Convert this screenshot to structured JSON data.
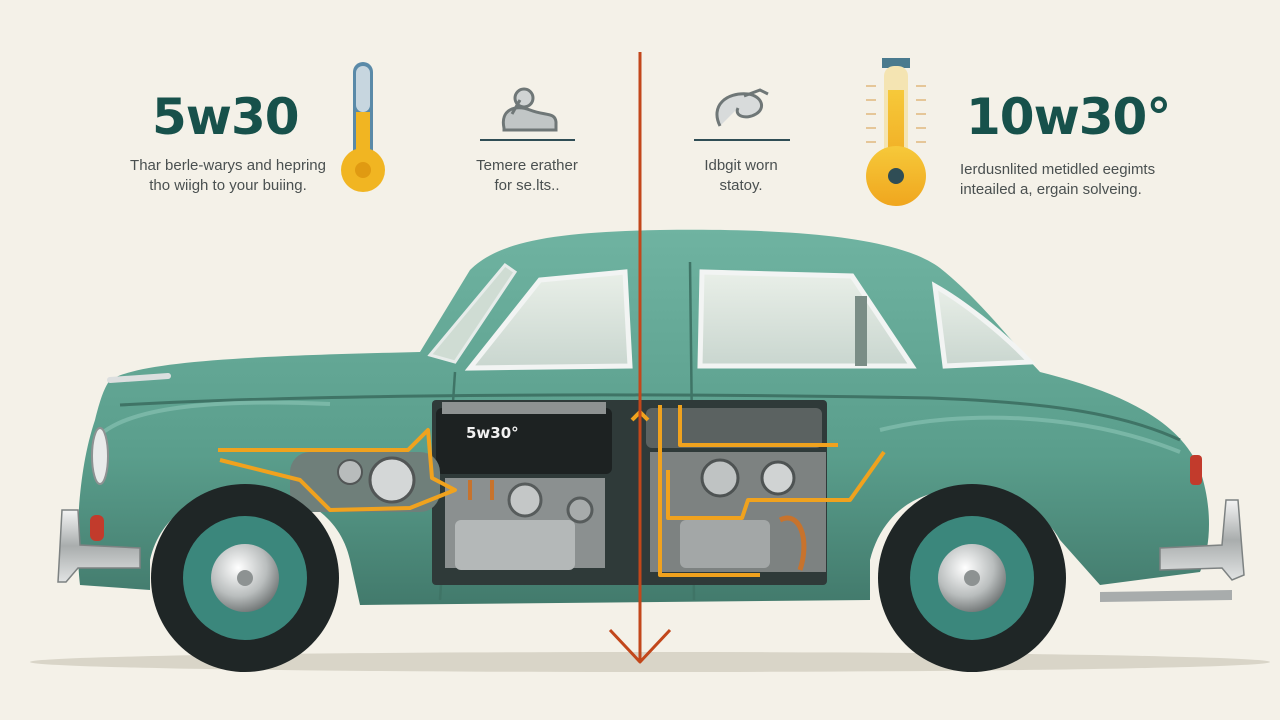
{
  "left_panel": {
    "grade": "5w30",
    "description_line1": "Thar berle-warys and hepring",
    "description_line2": "tho wiigh to your buiing."
  },
  "center_left_panel": {
    "description_line1": "Temere erather",
    "description_line2": "for se.lts.."
  },
  "center_right_panel": {
    "description_line1": "Idbgit worn",
    "description_line2": "statoy."
  },
  "right_panel": {
    "grade": "10w30°",
    "description_line1": "Ierdusnlited metidled eegimts",
    "description_line2": "inteailed a, ergain solveing."
  },
  "engine": {
    "label": "5w30°"
  },
  "colors": {
    "background": "#f4f1e8",
    "car_body": "#5fa391",
    "grade_text": "#17514b",
    "divider_arrow": "#c2471b",
    "oil_path": "#f0a21e",
    "thermometer_fill": "#f1b522",
    "thermometer_cold": "#5a8aa8"
  },
  "icons": [
    "thermometer-icon",
    "turbo-icon",
    "divider-arrow-icon"
  ]
}
